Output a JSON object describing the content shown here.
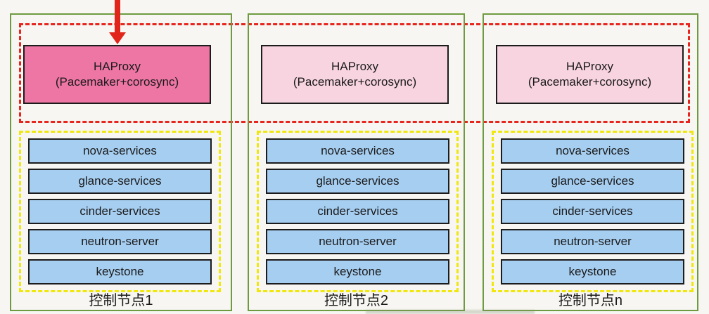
{
  "colors": {
    "background": "#f7f6f2",
    "node_border": "#6e9b40",
    "ha_zone_border": "#e8251d",
    "services_zone_border": "#f0e70c",
    "arrow": "#e1251b",
    "haproxy_active_fill": "#ee76a4",
    "haproxy_standby_fill": "#f8d4e0",
    "service_fill": "#a6cef1",
    "box_border": "#1c1c1c",
    "text": "#1a1a1a"
  },
  "icons": {
    "vip_arrow": "red-down-arrow"
  },
  "nodes": [
    {
      "label": "控制节点1",
      "haproxy": {
        "title": "HAProxy",
        "subtitle": "(Pacemaker+corosync)",
        "state": "active"
      },
      "services": [
        "nova-services",
        "glance-services",
        "cinder-services",
        "neutron-server",
        "keystone"
      ]
    },
    {
      "label": "控制节点2",
      "haproxy": {
        "title": "HAProxy",
        "subtitle": "(Pacemaker+corosync)",
        "state": "standby"
      },
      "services": [
        "nova-services",
        "glance-services",
        "cinder-services",
        "neutron-server",
        "keystone"
      ]
    },
    {
      "label": "控制节点n",
      "haproxy": {
        "title": "HAProxy",
        "subtitle": "(Pacemaker+corosync)",
        "state": "standby"
      },
      "services": [
        "nova-services",
        "glance-services",
        "cinder-services",
        "neutron-server",
        "keystone"
      ]
    }
  ]
}
